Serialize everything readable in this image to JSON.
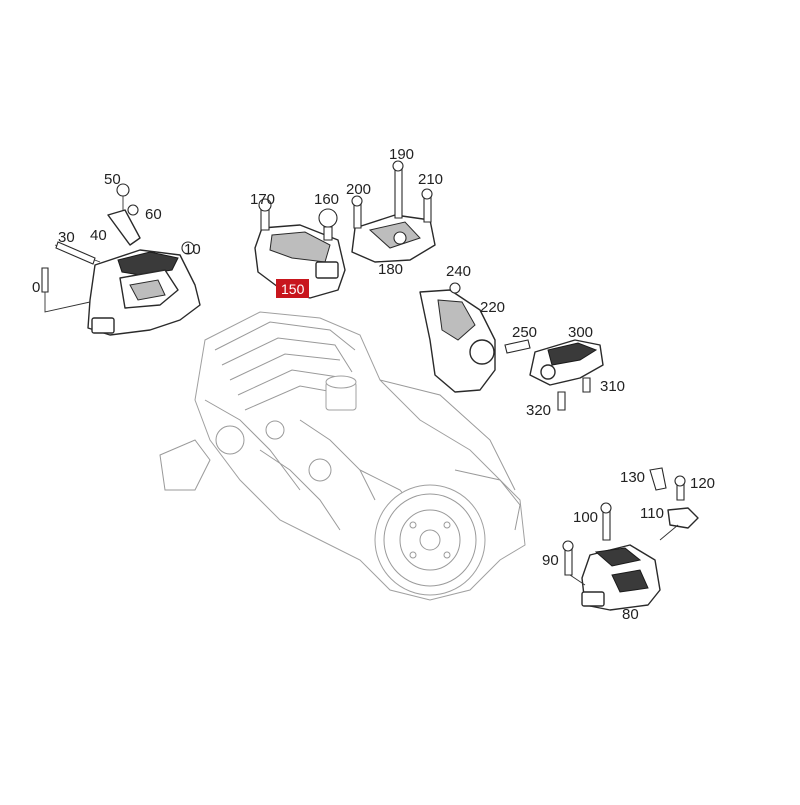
{
  "diagram": {
    "callouts": [
      {
        "id": "c50",
        "text": "50"
      },
      {
        "id": "c60",
        "text": "60"
      },
      {
        "id": "c30",
        "text": "30"
      },
      {
        "id": "c40",
        "text": "40"
      },
      {
        "id": "c10",
        "text": "10"
      },
      {
        "id": "c0",
        "text": "0"
      },
      {
        "id": "c170",
        "text": "170"
      },
      {
        "id": "c160",
        "text": "160"
      },
      {
        "id": "c200",
        "text": "200"
      },
      {
        "id": "c190",
        "text": "190"
      },
      {
        "id": "c210",
        "text": "210"
      },
      {
        "id": "c180",
        "text": "180"
      },
      {
        "id": "c150",
        "text": "150",
        "highlighted": true
      },
      {
        "id": "c240",
        "text": "240"
      },
      {
        "id": "c220",
        "text": "220"
      },
      {
        "id": "c250",
        "text": "250"
      },
      {
        "id": "c300",
        "text": "300"
      },
      {
        "id": "c310",
        "text": "310"
      },
      {
        "id": "c320",
        "text": "320"
      },
      {
        "id": "c130",
        "text": "130"
      },
      {
        "id": "c120",
        "text": "120"
      },
      {
        "id": "c100",
        "text": "100"
      },
      {
        "id": "c110",
        "text": "110"
      },
      {
        "id": "c90",
        "text": "90"
      },
      {
        "id": "c80",
        "text": "80"
      }
    ],
    "highlight_color": "#c8161d"
  }
}
